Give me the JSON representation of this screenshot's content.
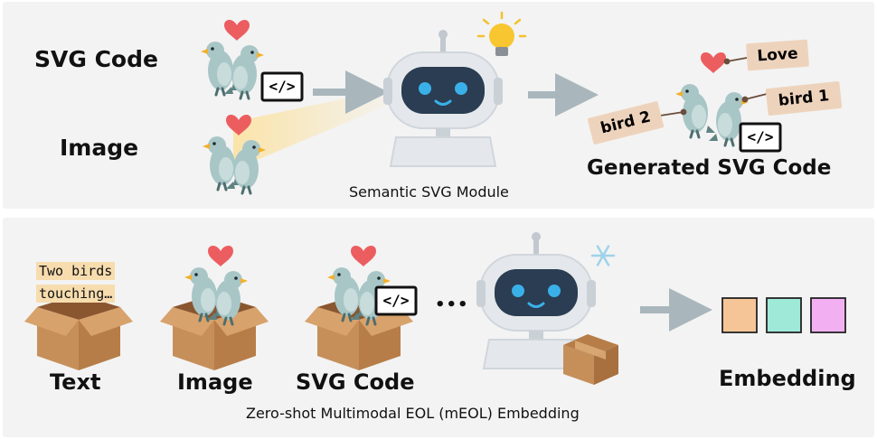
{
  "top": {
    "svg_code_label": "SVG Code",
    "image_label": "Image",
    "module_caption": "Semantic SVG Module",
    "output_label": "Generated SVG Code",
    "tags": {
      "love": "Love",
      "bird1": "bird 1",
      "bird2": "bird 2"
    },
    "code_glyph": "</>"
  },
  "bottom": {
    "text_box_line1": "Two birds",
    "text_box_line2": "touching…",
    "text_label": "Text",
    "image_label": "Image",
    "svg_code_label": "SVG Code",
    "code_glyph": "</>",
    "ellipsis": "•••",
    "embedding_label": "Embedding",
    "caption": "Zero-shot Multimodal EOL (mEOL) Embedding"
  },
  "colors": {
    "panel": "#f3f3f3",
    "bird_body": "#a9c6c7",
    "bird_beak": "#f2b02c",
    "heart": "#ec5d60",
    "robot_body": "#e4e8ec",
    "robot_screen": "#2a3d52",
    "robot_eyes": "#3ab0e8",
    "arrow": "#a9b7bd",
    "box": "#c68f5a",
    "tag": "#eed3bc",
    "embed_1": "#f6c597",
    "embed_2": "#9fe9d9",
    "embed_3": "#f2b0f2"
  },
  "icons": [
    "heart-icon",
    "bird-icon",
    "code-icon",
    "robot-icon",
    "lightbulb-icon",
    "snowflake-icon",
    "box-icon",
    "arrow-icon"
  ]
}
